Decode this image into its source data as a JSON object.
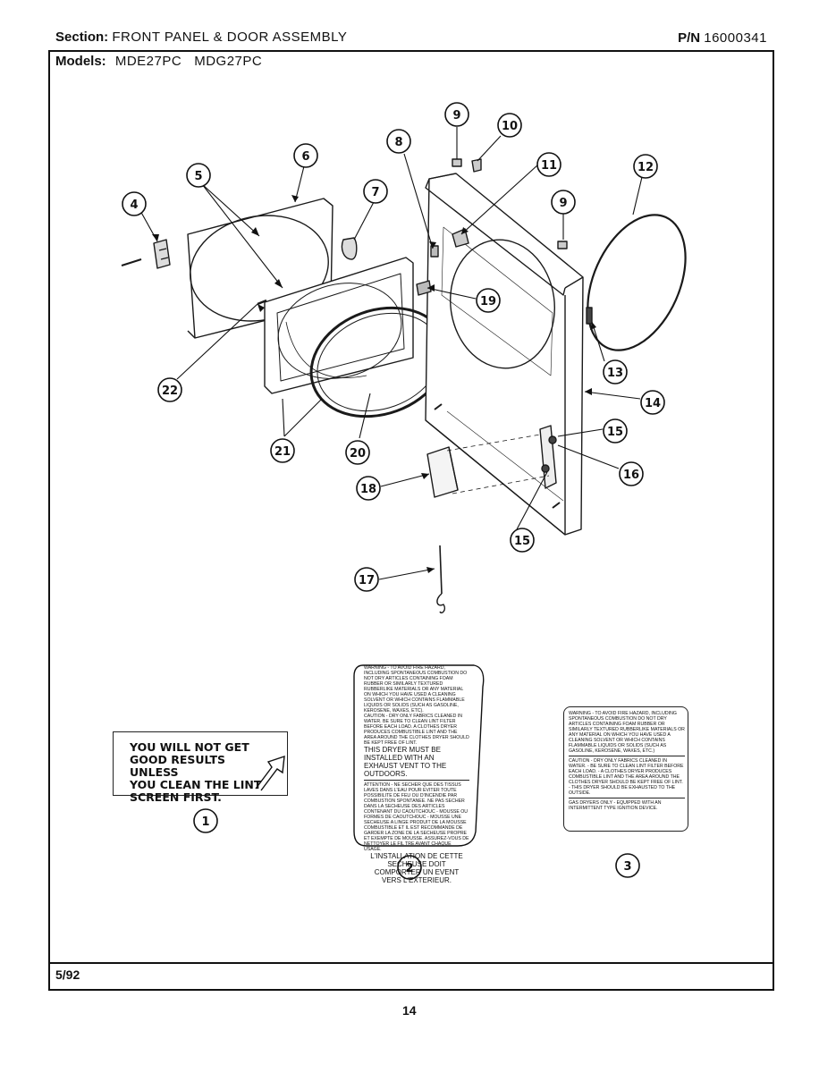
{
  "header": {
    "section_label": "Section:",
    "section_value": "FRONT PANEL & DOOR ASSEMBLY",
    "pn_label": "P/N",
    "pn_value": "16000341",
    "models_label": "Models:",
    "models_value": "MDE27PC   MDG27PC"
  },
  "footer": {
    "date": "5/92",
    "page_number": "14"
  },
  "callouts": [
    "1",
    "2",
    "3",
    "4",
    "5",
    "6",
    "7",
    "8",
    "9",
    "10",
    "11",
    "12",
    "13",
    "14",
    "15",
    "16",
    "17",
    "18",
    "19",
    "20",
    "21",
    "22"
  ],
  "labels": {
    "lint_screen": {
      "lines": [
        "YOU WILL NOT GET",
        "GOOD RESULTS UNLESS",
        "YOU CLEAN THE LINT",
        "SCREEN FIRST."
      ]
    },
    "warning_bilingual": {
      "warning": "WARNING - TO AVOID FIRE HAZARD, INCLUDING SPONTANEOUS COMBUSTION DO NOT DRY ARTICLES CONTAINING FOAM RUBBER OR SIMILARLY TEXTURED RUBBERLIKE MATERIALS OR ANY MATERIAL ON WHICH YOU HAVE USED A CLEANING SOLVENT OR WHICH CONTAINS FLAMMABLE LIQUIDS OR SOLIDS (SUCH AS GASOLINE, KEROSENE, WAXES, ETC).",
      "caution": "CAUTION - DRY ONLY FABRICS CLEANED IN WATER. BE SURE TO CLEAN LINT FILTER BEFORE EACH LOAD. A CLOTHES DRYER PRODUCES COMBUSTIBLE LINT AND THE AREA AROUND THE CLOTHES DRYER SHOULD BE KEPT FREE OF LINT.",
      "install": "THIS DRYER MUST BE INSTALLED WITH AN EXHAUST VENT TO THE OUTDOORS.",
      "attention": "ATTENTION - NE SECHER QUE DES TISSUS LAVES DANS L'EAU POUR EVITER TOUTE POSSIBILITE DE FEU OU D'INCENDIE PAR COMBUSTION SPONTANEE. NE PAS SECHER DANS LA SECHEUSE DES ARTICLES CONTENANT DU CAOUTCHOUC - MOUSSE OU FORMES DE CAOUTCHOUC - MOUSSE UNE SECHEUSE A LINGE PRODUIT DE LA MOUSSE COMBUSTIBLE ET IL EST RECOMMANDE DE GARDER LA ZONE DE LA SECHEUSE PROPRE ET EXEMPTE DE MOUSSE. ASSUREZ-VOUS DE NETTOYER LE FIL TRE AVANT CHAQUE USAGE.",
      "installation_fr": "L'INSTALLATION DE CETTE SECHEUSE DOIT COMPORTER UN EVENT VERS L'EXTERIEUR."
    },
    "warning_gas": {
      "warning": "WARNING - TO AVOID FIRE HAZARD, INCLUDING SPONTANEOUS COMBUSTION DO NOT DRY ARTICLES CONTAINING FOAM RUBBER OR SIMILARLY TEXTURED RUBBERLIKE MATERIALS OR ANY MATERIAL ON WHICH YOU HAVE USED A CLEANING SOLVENT OR WHICH CONTAINS FLAMMABLE LIQUIDS OR SOLIDS (SUCH AS GASOLINE, KEROSENE, WAXES, ETC.)",
      "caution": "CAUTION - DRY ONLY FABRICS CLEANED IN WATER. - BE SURE TO CLEAN LINT FILTER BEFORE EACH LOAD. - A CLOTHES DRYER PRODUCES COMBUSTIBLE LINT AND THE AREA AROUND THE CLOTHES DRYER SHOULD BE KEPT FREE OF LINT. - THIS DRYER SHOULD BE EXHAUSTED TO THE OUTSIDE.",
      "gas": "GAS DRYERS ONLY - EQUIPPED WITH AN INTERMITTENT TYPE IGNITION DEVICE."
    }
  }
}
